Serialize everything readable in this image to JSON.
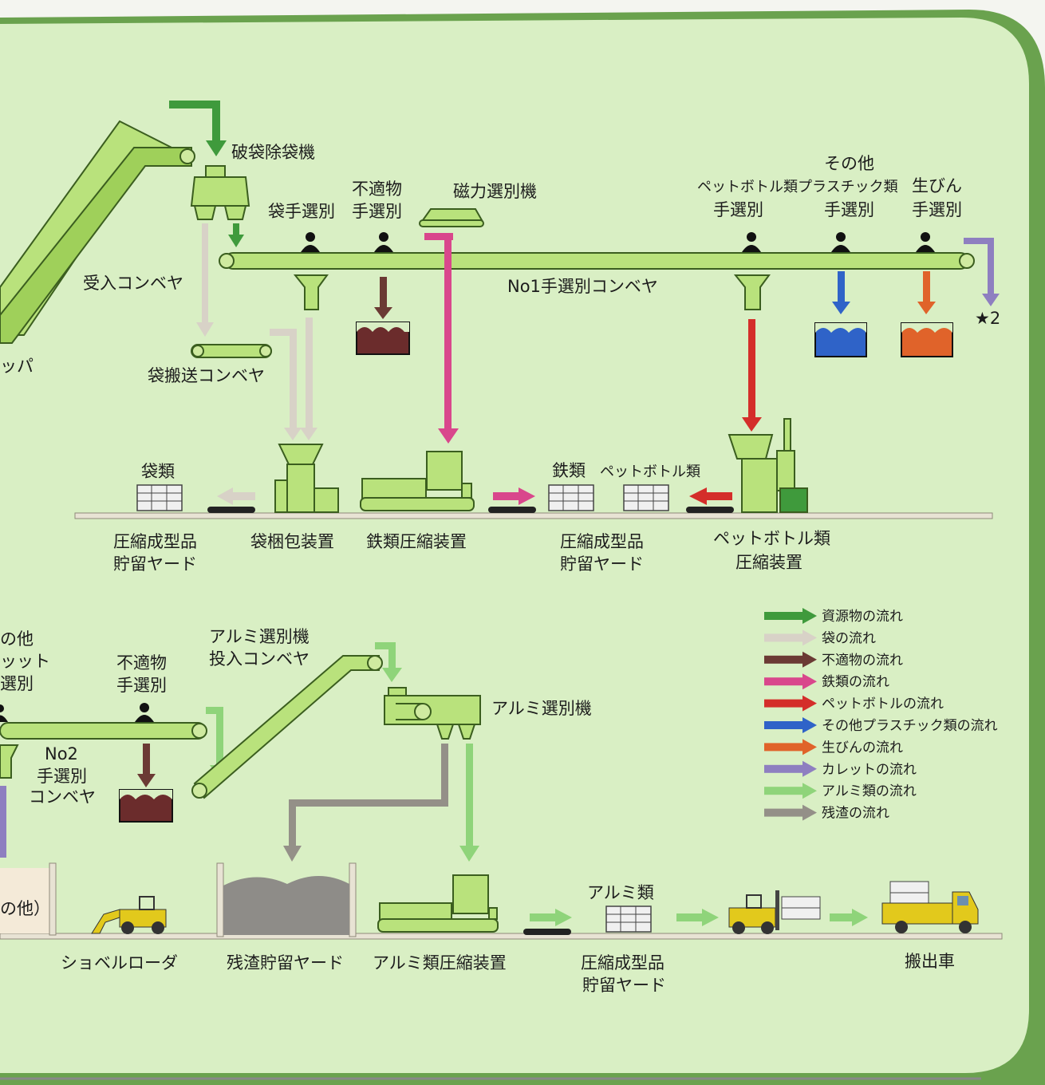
{
  "colors": {
    "resource": "#3f9a3c",
    "bag": "#d8d2c7",
    "unsuitable": "#6b3a34",
    "iron": "#d9478c",
    "pet": "#d42e2a",
    "plastic": "#2f63c8",
    "glass": "#e0632a",
    "cullet": "#8e7fc0",
    "aluminum": "#8fd47a",
    "residue": "#949088",
    "panel": "#d9efc4",
    "machine": "#b9e27c"
  },
  "labels": {
    "bag_breaker": "破袋除袋機",
    "receiving_conveyor": "受入コンベヤ",
    "hopper": "ッパ",
    "bag_hand_sort": "袋手選別",
    "unsuitable_hand_sort_1": "不適物",
    "unsuitable_hand_sort_2": "手選別",
    "magnetic_separator": "磁力選別機",
    "pet_sort_1": "ペットボトル類",
    "pet_sort_2": "手選別",
    "other_plastic_1": "その他",
    "other_plastic_2": "プラスチック類",
    "other_plastic_3": "手選別",
    "raw_bottle_1": "生びん",
    "raw_bottle_2": "手選別",
    "no1_conveyor": "No1手選別コンベヤ",
    "star2": "★2",
    "bag_transport_conveyor": "袋搬送コンベヤ",
    "bags": "袋類",
    "iron": "鉄類",
    "pet_bottles": "ペットボトル類",
    "storage_left_1": "圧縮成型品",
    "storage_left_2": "貯留ヤード",
    "bag_baler": "袋梱包装置",
    "iron_compressor": "鉄類圧縮装置",
    "storage_mid_1": "圧縮成型品",
    "storage_mid_2": "貯留ヤード",
    "pet_compressor_1": "ペットボトル類",
    "pet_compressor_2": "圧縮装置",
    "other_cutoff_1": "の他",
    "other_cutoff_2": "ッット",
    "other_cutoff_3": "選別",
    "unsuitable2_1": "不適物",
    "unsuitable2_2": "手選別",
    "alu_conveyor_1": "アルミ選別機",
    "alu_conveyor_2": "投入コンベヤ",
    "alu_separator": "アルミ選別機",
    "no2_1": "No2",
    "no2_2": "手選別",
    "no2_3": "コンベヤ",
    "pile_cutoff": "の他）",
    "shovel_loader": "ショベルローダ",
    "residue_yard": "残渣貯留ヤード",
    "alu_compressor": "アルミ類圧縮装置",
    "alu": "アルミ類",
    "storage_alu_1": "圧縮成型品",
    "storage_alu_2": "貯留ヤード",
    "truck": "搬出車"
  },
  "legend": [
    {
      "label": "資源物の流れ",
      "color": "#3f9a3c"
    },
    {
      "label": "袋の流れ",
      "color": "#d8d2c7"
    },
    {
      "label": "不適物の流れ",
      "color": "#6b3a34"
    },
    {
      "label": "鉄類の流れ",
      "color": "#d9478c"
    },
    {
      "label": "ペットボトルの流れ",
      "color": "#d42e2a"
    },
    {
      "label": "その他プラスチック類の流れ",
      "color": "#2f63c8"
    },
    {
      "label": "生びんの流れ",
      "color": "#e0632a"
    },
    {
      "label": "カレットの流れ",
      "color": "#8e7fc0"
    },
    {
      "label": "アルミ類の流れ",
      "color": "#8fd47a"
    },
    {
      "label": "残渣の流れ",
      "color": "#949088"
    }
  ]
}
